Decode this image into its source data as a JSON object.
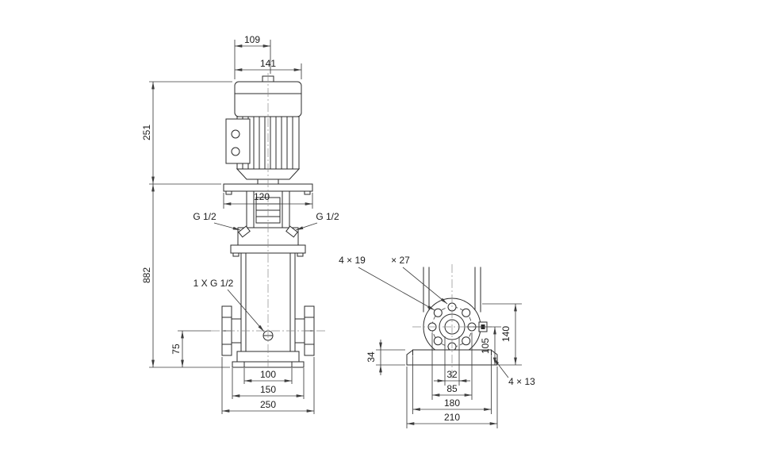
{
  "drawing": {
    "background": "#ffffff",
    "line_color": "#2b2b2b"
  },
  "side_view": {
    "dim_top_small": "109",
    "dim_top_large": "141",
    "dim_motor_height": "251",
    "dim_coupling_width": "120",
    "label_port_left": "G 1/2",
    "label_port_right": "G 1/2",
    "dim_total_height": "882",
    "label_drain_port": "1 X G 1/2",
    "dim_port_height": "75",
    "dim_base_inner": "100",
    "dim_base_mid": "150",
    "dim_base_outer": "250"
  },
  "end_view": {
    "note_flange_holes": "4 × 19",
    "note_counterbore": "× 27",
    "dim_base_height": "34",
    "dim_port_center_height": "105",
    "dim_overall_height": "140",
    "dim_bore": "32",
    "dim_bolt_circle": "85",
    "dim_base_hole_spacing": "180",
    "dim_base_width": "210",
    "note_base_holes": "4 × 13"
  }
}
